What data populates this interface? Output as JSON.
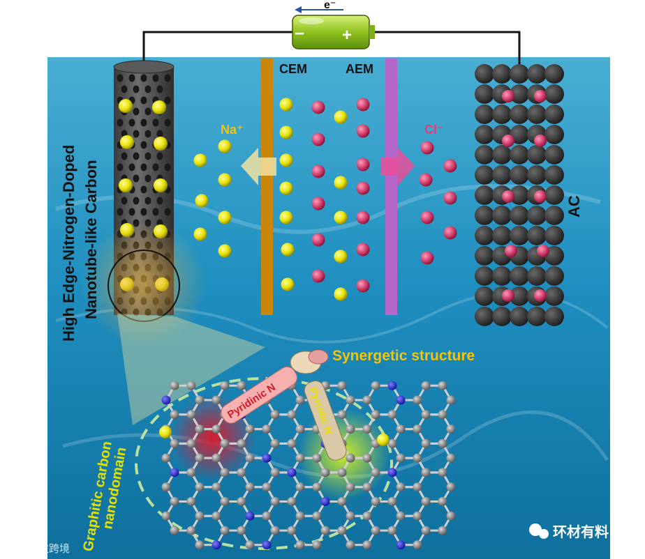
{
  "battery": {
    "electron_label": "e⁻",
    "minus_sign": "−",
    "plus_sign": "+"
  },
  "membranes": {
    "cation": "CEM",
    "anion": "AEM"
  },
  "ions": {
    "cation": "Na⁺",
    "anion": "Cl⁻"
  },
  "electrodes": {
    "left_title_line1": "High Edge-Nitrogen-Doped",
    "left_title_line2": "Nanotube-like Carbon",
    "right_label": "AC"
  },
  "structure": {
    "synergy_label": "Synergetic structure",
    "pyridinic_label": "Pyridinic N",
    "pyrrolic_label": "Pyrrolic N",
    "domain_label_line1": "Graphitic carbon",
    "domain_label_line2": "nanodomain"
  },
  "watermark": {
    "brand": "环材有料",
    "corner": "大数跨境"
  },
  "colors": {
    "background_water": "#1a86b4",
    "sodium_ion": "#e8e000",
    "chloride_ion": "#d13c6a",
    "cem_membrane": "#c9860a",
    "aem_membrane": "#b466c9",
    "carbon_atom": "#8a8a8a",
    "nitrogen_atom": "#2a2ad0",
    "label_yellow": "#f2c40a"
  }
}
